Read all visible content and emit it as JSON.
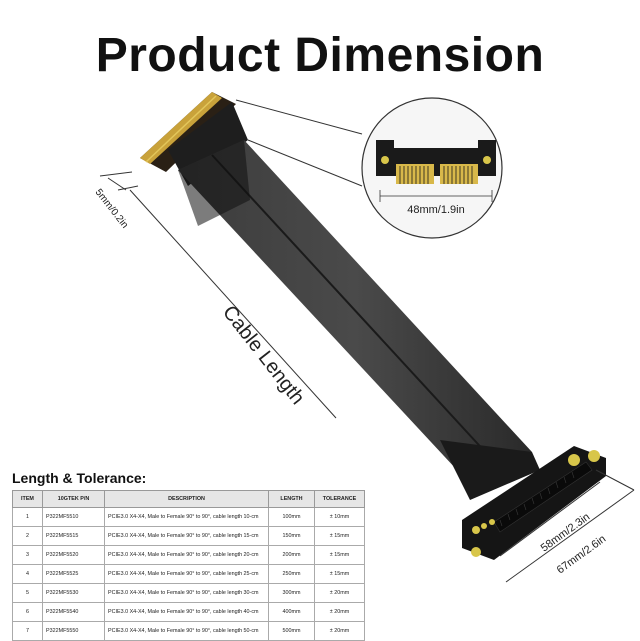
{
  "title": "Product Dimension",
  "dimensions": {
    "gold_finger_width": "48mm/1.9in",
    "thickness": "5mm/0.2in",
    "cable_length": "Cable Length",
    "slot_width": "58mm/2.3in",
    "board_width": "67mm/2.6in"
  },
  "table": {
    "title": "Length & Tolerance:",
    "headers": [
      "ITEM",
      "10GTEK P/N",
      "DESCRIPTION",
      "LENGTH",
      "TOLERANCE"
    ],
    "rows": [
      [
        "1",
        "P322MF5510",
        "PCIE3.0 X4-X4, Male to Female 90° to 90°, cable length 10-cm",
        "100mm",
        "± 10mm"
      ],
      [
        "2",
        "P322MF5515",
        "PCIE3.0 X4-X4, Male to Female 90° to 90°, cable length 15-cm",
        "150mm",
        "± 15mm"
      ],
      [
        "3",
        "P322MF5520",
        "PCIE3.0 X4-X4, Male to Female 90° to 90°, cable length 20-cm",
        "200mm",
        "± 15mm"
      ],
      [
        "4",
        "P322MF5525",
        "PCIE3.0 X4-X4, Male to Female 90° to 90°, cable length 25-cm",
        "250mm",
        "± 15mm"
      ],
      [
        "5",
        "P322MF5530",
        "PCIE3.0 X4-X4, Male to Female 90° to 90°, cable length 30-cm",
        "300mm",
        "± 20mm"
      ],
      [
        "6",
        "P322MF5540",
        "PCIE3.0 X4-X4, Male to Female 90° to 90°, cable length 40-cm",
        "400mm",
        "± 20mm"
      ],
      [
        "7",
        "P322MF5550",
        "PCIE3.0 X4-X4, Male to Female 90° to 90°, cable length 50-cm",
        "500mm",
        "± 20mm"
      ]
    ]
  },
  "colors": {
    "cable": "#2b2b2b",
    "pcb": "#1a1a1a",
    "gold": "#d8b84a"
  }
}
